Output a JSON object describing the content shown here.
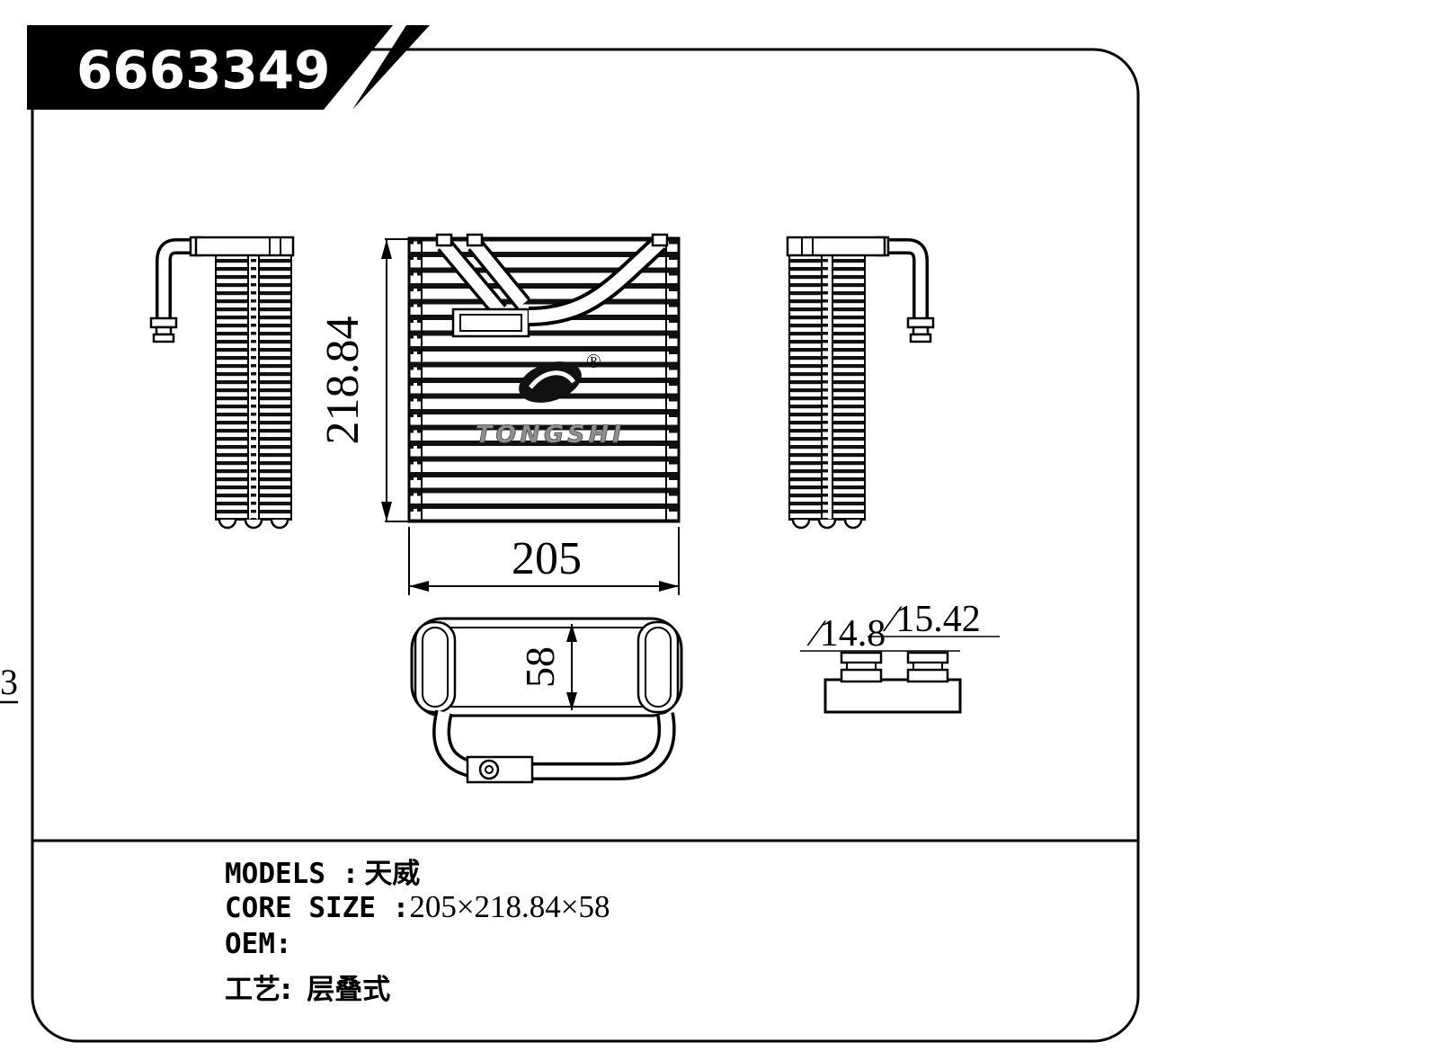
{
  "badge": {
    "part_number": "6663349"
  },
  "dims": {
    "height": "218.84",
    "width": "205",
    "depth": "58",
    "dia_large": "∕15.42",
    "dia_small": "∕14.8"
  },
  "logo": {
    "brand": "TONGSHI",
    "registered": "®"
  },
  "margin_note": "3",
  "spec": {
    "rows": [
      {
        "label": "MODELS :",
        "value": "天威"
      },
      {
        "label": "CORE SIZE :",
        "value": "205×218.84×58"
      },
      {
        "label": "OEM:",
        "value": ""
      },
      {
        "label": "工艺: ",
        "value": "层叠式"
      }
    ]
  }
}
